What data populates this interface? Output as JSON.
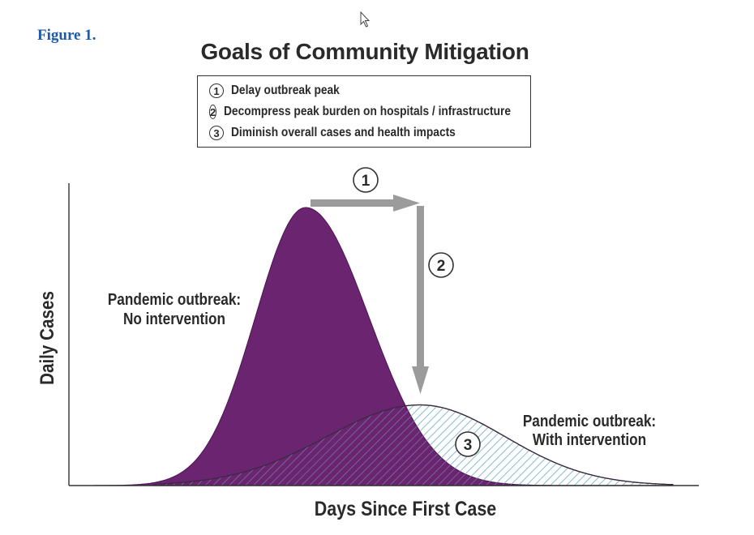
{
  "figure_label": "Figure 1.",
  "title": "Goals of Community Mitigation",
  "goals": [
    {
      "num": "1",
      "text": "Delay outbreak peak"
    },
    {
      "num": "2",
      "text": "Decompress peak burden on hospitals / infrastructure"
    },
    {
      "num": "3",
      "text": "Diminish overall cases and health impacts"
    }
  ],
  "markers": {
    "one": "1",
    "two": "2",
    "three": "3"
  },
  "axes": {
    "ylabel": "Daily Cases",
    "xlabel": "Days Since First Case"
  },
  "curves": {
    "no_intervention": {
      "line1": "Pandemic outbreak:",
      "line2": "No intervention",
      "color": "#6a2470",
      "peak": 1.0
    },
    "with_intervention": {
      "line1": "Pandemic outbreak:",
      "line2": "With intervention",
      "hatch_color": "#7fb6c6",
      "peak": 0.29
    }
  },
  "colors": {
    "arrow": "#9b9b9b",
    "figure_label": "#1f5aa6"
  }
}
